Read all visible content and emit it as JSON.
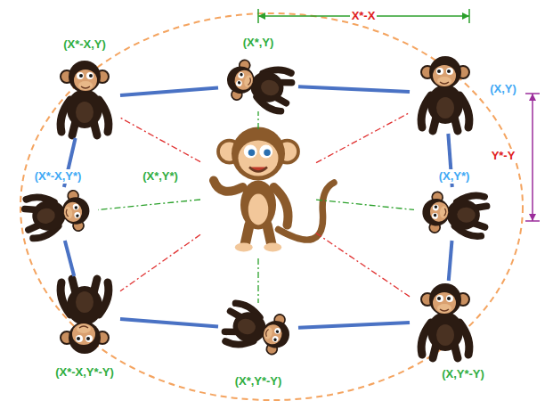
{
  "diagram": {
    "nodes": [
      {
        "text": [
          "(X*-X,Y)"
        ]
      },
      {
        "text": [
          "(X*,Y)"
        ]
      },
      {
        "text": [
          "(X,Y)"
        ]
      },
      {
        "text": [
          "(X*-X,Y*)"
        ]
      },
      {
        "text": [
          "(X*,Y*)"
        ]
      },
      {
        "text": [
          "(X,Y*)"
        ]
      },
      {
        "text": [
          "(X*-X,Y*-Y)"
        ]
      },
      {
        "text": [
          "(X*,Y*-Y)"
        ]
      },
      {
        "text": [
          "(X,Y*-Y)"
        ]
      }
    ],
    "edges": [
      {
        "from": 0,
        "to": 1,
        "arrow": "none"
      },
      {
        "from": 1,
        "to": 2,
        "arrow": "none"
      },
      {
        "from": 2,
        "to": 5,
        "arrow": "none"
      },
      {
        "from": 5,
        "to": 8,
        "arrow": "none"
      },
      {
        "from": 8,
        "to": 7,
        "arrow": "none"
      },
      {
        "from": 7,
        "to": 6,
        "arrow": "none"
      },
      {
        "from": 6,
        "to": 3,
        "arrow": "none"
      },
      {
        "from": 3,
        "to": 0,
        "arrow": "none"
      },
      {
        "from": 4,
        "to": 0,
        "arrow": "none"
      },
      {
        "from": 4,
        "to": 1,
        "arrow": "none"
      },
      {
        "from": 4,
        "to": 2,
        "arrow": "none"
      },
      {
        "from": 4,
        "to": 3,
        "arrow": "none"
      },
      {
        "from": 4,
        "to": 5,
        "arrow": "none"
      },
      {
        "from": 4,
        "to": 6,
        "arrow": "none"
      },
      {
        "from": 4,
        "to": 7,
        "arrow": "none"
      },
      {
        "from": 4,
        "to": 8,
        "arrow": "none"
      }
    ],
    "labels": [
      "X*-X",
      "Y*-Y"
    ]
  }
}
